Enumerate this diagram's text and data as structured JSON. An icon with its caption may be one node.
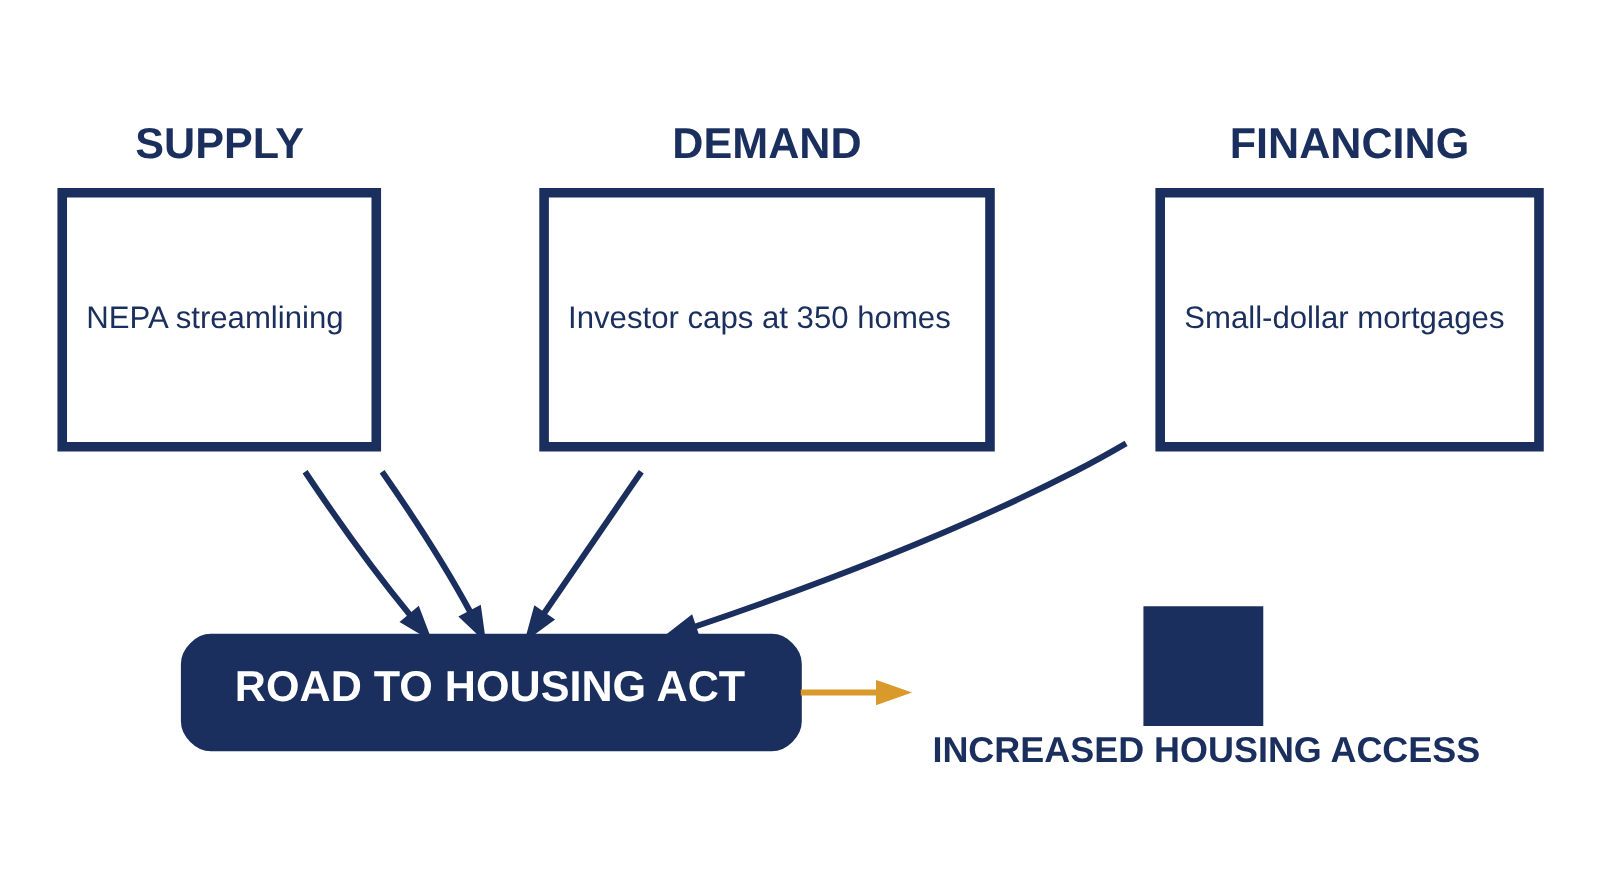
{
  "diagram": {
    "nodes": [
      {
        "text": [
          "SUPPLY",
          "NEPA streamlining"
        ]
      },
      {
        "text": [
          "DEMAND",
          "Investor caps at 350 homes"
        ]
      },
      {
        "text": [
          "FINANCING",
          "Small-dollar mortgages"
        ]
      },
      {
        "text": [
          "ROAD TO HOUSING ACT"
        ]
      },
      {
        "text": [
          "INCREASED HOUSING ACCESS"
        ]
      }
    ],
    "edges": [
      {
        "from": 0,
        "to": 3,
        "arrow": "to"
      },
      {
        "from": 0,
        "to": 3,
        "arrow": "to"
      },
      {
        "from": 1,
        "to": 3,
        "arrow": "to"
      },
      {
        "from": 2,
        "to": 3,
        "arrow": "to"
      },
      {
        "from": 3,
        "to": 4,
        "arrow": "to",
        "color": "#d99a2b"
      }
    ]
  }
}
